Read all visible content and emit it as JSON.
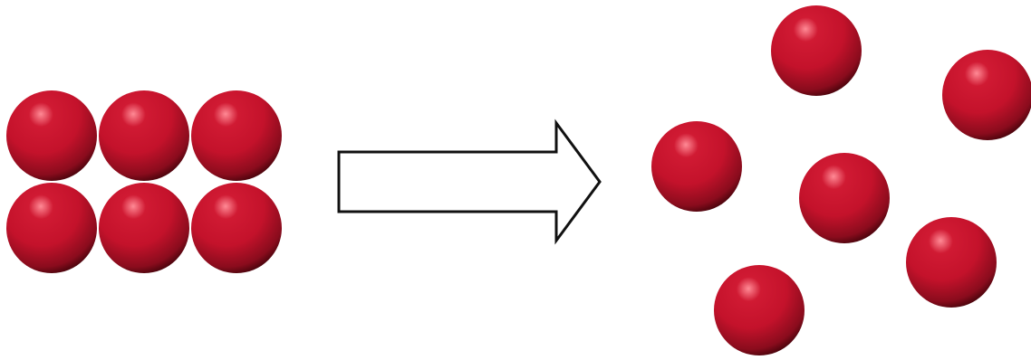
{
  "diagram": {
    "left_group": {
      "arrangement": "packed-grid",
      "rows": 2,
      "columns": 3,
      "count": 6
    },
    "arrow": {
      "direction": "right",
      "style": "outlined-block-arrow"
    },
    "right_group": {
      "arrangement": "scattered",
      "count": 6
    },
    "colors": {
      "sphere_base": "#c4122b",
      "sphere_highlight": "#ff8a95",
      "sphere_mid": "#d01a33",
      "sphere_shadow": "#3a0208",
      "arrow_stroke": "#111111",
      "arrow_fill": "#ffffff",
      "background": "#ffffff"
    }
  }
}
